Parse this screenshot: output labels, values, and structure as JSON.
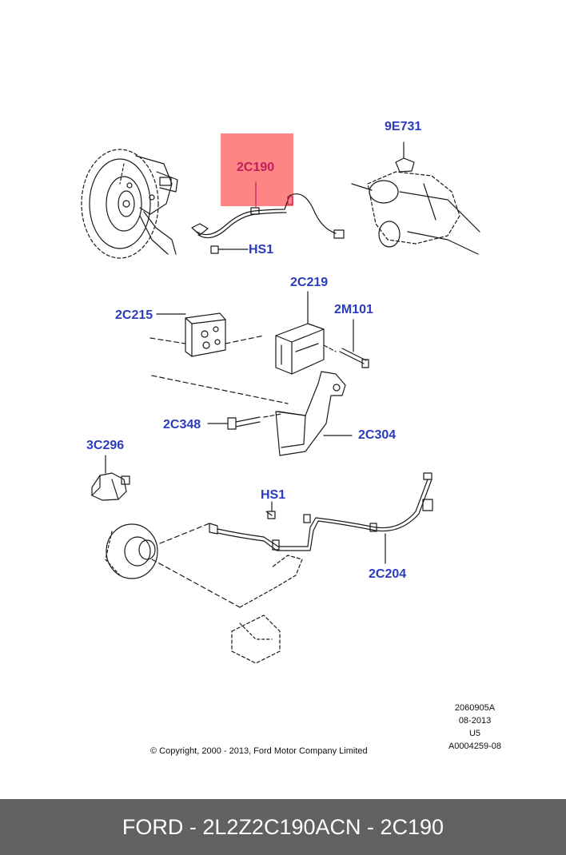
{
  "callouts": {
    "part_2c190": "2C190",
    "part_9e731": "9E731",
    "part_hs1_top": "HS1",
    "part_2c219": "2C219",
    "part_2c215": "2C215",
    "part_2m101": "2M101",
    "part_2c348": "2C348",
    "part_2c304": "2C304",
    "part_3c296": "3C296",
    "part_hs1_bottom": "HS1",
    "part_2c204": "2C204"
  },
  "meta": {
    "code": "2060905A",
    "date": "08-2013",
    "u5": "U5",
    "ref": "A0004259-08",
    "copyright": "© Copyright, 2000 - 2013, Ford Motor Company Limited"
  },
  "footer": {
    "part_number": "FORD - 2L2Z2C190AC",
    "ref_number": "N - 2C190"
  },
  "colors": {
    "callout": "#2b3bbd",
    "highlight_text": "#c0205a",
    "highlight_box": "#ff5050",
    "footer_bg": "#616161"
  }
}
